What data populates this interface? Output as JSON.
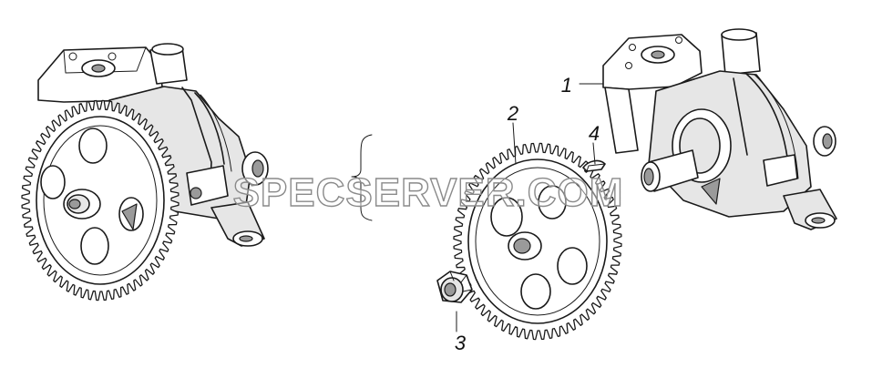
{
  "callouts": [
    {
      "id": "1",
      "label": "1"
    },
    {
      "id": "2",
      "label": "2"
    },
    {
      "id": "3",
      "label": "3"
    },
    {
      "id": "4",
      "label": "4"
    }
  ],
  "watermark": "SPECSERVER.COM",
  "colors": {
    "line": "#1a1a1a",
    "shade": "#e6e6e6",
    "dark": "#9a9a9a",
    "background": "#ffffff"
  }
}
